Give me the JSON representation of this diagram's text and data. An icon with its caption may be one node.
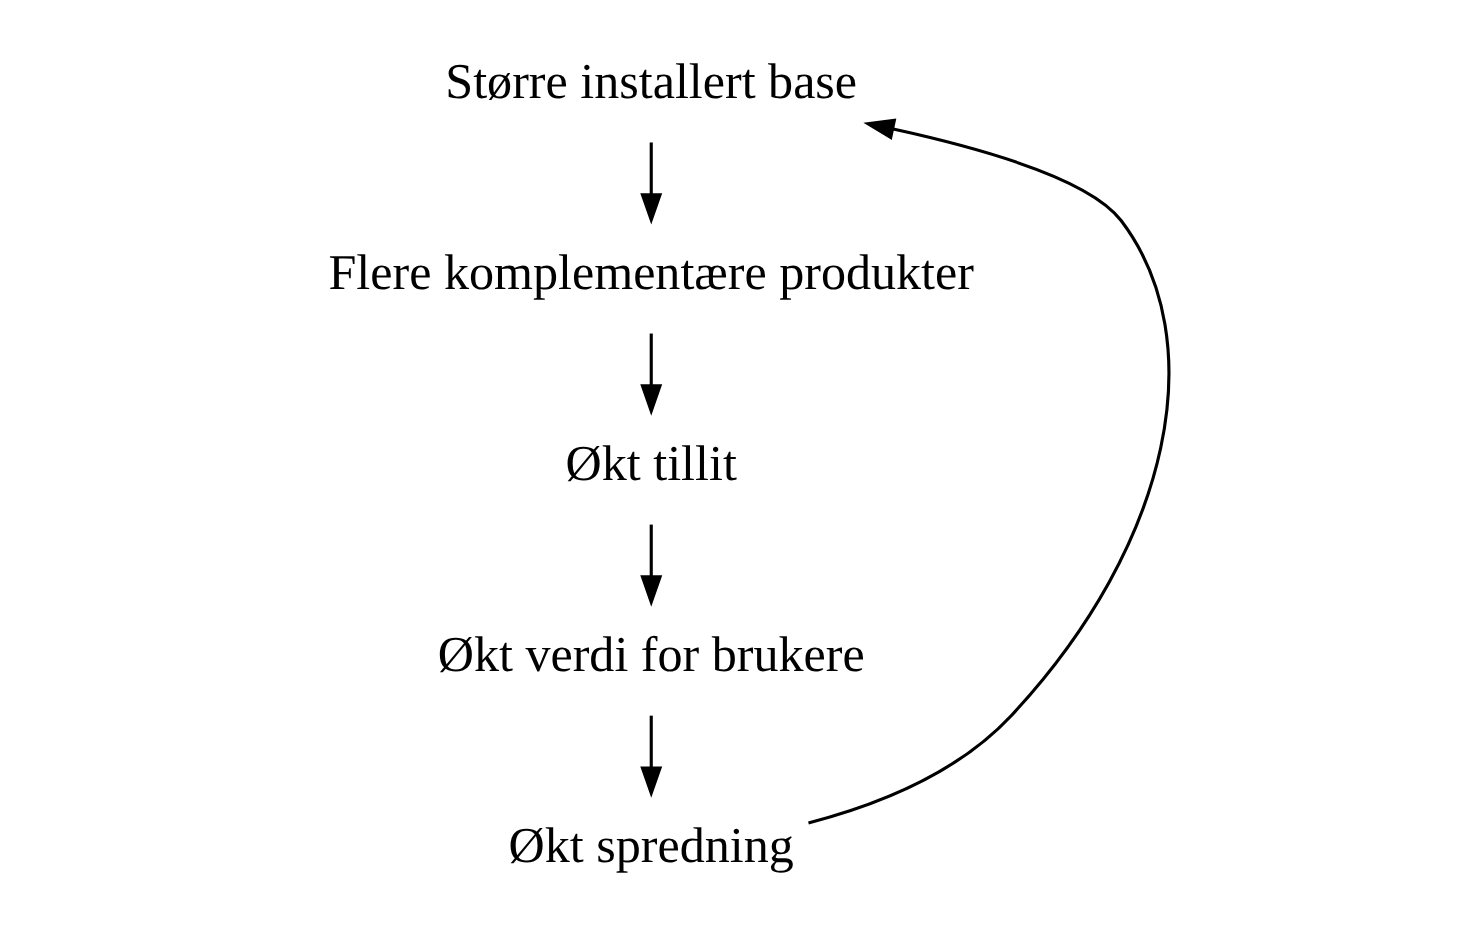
{
  "diagram": {
    "nodes": [
      {
        "text": [
          "Større installert base"
        ]
      },
      {
        "text": [
          "Flere komplementære produkter"
        ]
      },
      {
        "text": [
          "Økt tillit"
        ]
      },
      {
        "text": [
          "Økt verdi for brukere"
        ]
      },
      {
        "text": [
          "Økt spredning"
        ]
      }
    ],
    "edges": [
      {
        "from": 4,
        "to": 0,
        "arrow": "to"
      },
      {
        "from": 0,
        "to": 1,
        "arrow": "to"
      },
      {
        "from": 1,
        "to": 2,
        "arrow": "to"
      },
      {
        "from": 2,
        "to": 3,
        "arrow": "to"
      },
      {
        "from": 3,
        "to": 4,
        "arrow": "to"
      }
    ]
  }
}
